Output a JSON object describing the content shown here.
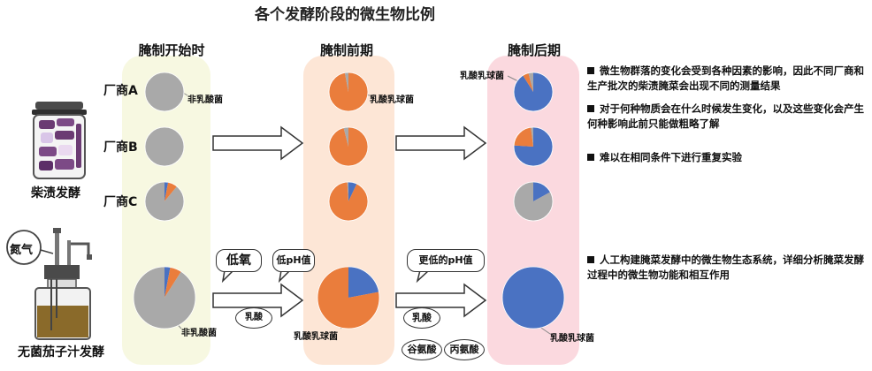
{
  "title": "各个发酵阶段的微生物比例",
  "stages": {
    "start": "腌制开始时",
    "early": "腌制前期",
    "late": "腌制后期"
  },
  "factories": [
    "厂商A",
    "厂商B",
    "厂商C"
  ],
  "labels": {
    "non_lab": "非乳酸菌",
    "lab": "乳酸乳球菌",
    "shibazuke": "柴渍发酵",
    "sterile": "无菌茄子汁发酵",
    "nitrogen": "氮气"
  },
  "conditions": {
    "low_oxygen": "低氧",
    "low_ph": "低pH值",
    "lower_ph": "更低的pH值",
    "lactic_acid_small": "乳酸",
    "lactic_acid": "乳酸",
    "glutamic_acid": "谷氨酸",
    "alanine": "丙氨酸"
  },
  "notes": [
    "微生物群落的变化会受到各种因素的影响，因此不同厂商和生产批次的柴渍腌菜会出现不同的测量结果",
    "对于何种物质会在什么时候发生变化，以及这些变化会产生何种影响此前只能做粗略了解",
    "难以在相同条件下进行重复实验",
    "人工构建腌菜发酵中的微生物生态系统，详细分析腌菜发酵过程中的微生物功能和相互作用"
  ],
  "colors": {
    "orange": "#ea7d3c",
    "blue": "#4a72c2",
    "gray": "#a9a9a9",
    "stage1_bg": "#f7f8e1",
    "stage2_bg": "#fde6d6",
    "stage3_bg": "#fbd9df"
  },
  "pie_data": {
    "legend": [
      "orange",
      "blue",
      "gray"
    ],
    "charts": [
      {
        "stage": "start",
        "row": "A",
        "orange": 0,
        "blue": 0,
        "gray": 100
      },
      {
        "stage": "start",
        "row": "B",
        "orange": 0,
        "blue": 0,
        "gray": 100
      },
      {
        "stage": "start",
        "row": "C",
        "orange": 8,
        "blue": 3,
        "gray": 89
      },
      {
        "stage": "start",
        "row": "sterile",
        "orange": 6,
        "blue": 3,
        "gray": 91
      },
      {
        "stage": "early",
        "row": "A",
        "orange": 97,
        "blue": 0,
        "gray": 3
      },
      {
        "stage": "early",
        "row": "B",
        "orange": 96,
        "blue": 0,
        "gray": 4
      },
      {
        "stage": "early",
        "row": "C",
        "orange": 92,
        "blue": 7,
        "gray": 1
      },
      {
        "stage": "early",
        "row": "sterile",
        "orange": 78,
        "blue": 22,
        "gray": 0
      },
      {
        "stage": "late",
        "row": "A",
        "orange": 5,
        "blue": 91,
        "gray": 4
      },
      {
        "stage": "late",
        "row": "B",
        "orange": 22,
        "blue": 76,
        "gray": 2
      },
      {
        "stage": "late",
        "row": "C",
        "orange": 0,
        "blue": 17,
        "gray": 83
      },
      {
        "stage": "late",
        "row": "sterile",
        "orange": 0,
        "blue": 100,
        "gray": 0
      }
    ]
  }
}
